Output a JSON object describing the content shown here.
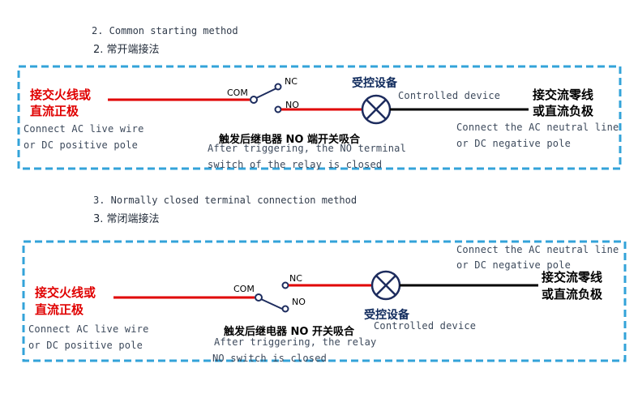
{
  "colors": {
    "frame": "#33a3d9",
    "live_wire": "#e00000",
    "neutral_wire": "#000000",
    "switch": "#1d2c5e"
  },
  "section2": {
    "heading_en": "2. Common starting method",
    "heading_cn": "2. 常开端接法",
    "live_cn_1": "接交火线或",
    "live_cn_2": "直流正极",
    "live_en_1": "Connect AC live wire",
    "live_en_2": "or DC positive pole",
    "com": "COM",
    "nc": "NC",
    "no": "NO",
    "device_cn": "受控设备",
    "device_en": "Controlled device",
    "neutral_cn_1": "接交流零线",
    "neutral_cn_2": "或直流负极",
    "neutral_en_1": "Connect the AC neutral line",
    "neutral_en_2": "or DC negative pole",
    "relay_cn": "触发后继电器 NO 端开关吸合",
    "relay_en_1": "After triggering, the NO terminal",
    "relay_en_2": "switch of the relay is closed"
  },
  "section3": {
    "heading_en": "3. Normally closed terminal connection method",
    "heading_cn": "3. 常闭端接法",
    "live_cn_1": "接交火线或",
    "live_cn_2": "直流正极",
    "live_en_1": "Connect AC live wire",
    "live_en_2": "or DC positive pole",
    "com": "COM",
    "nc": "NC",
    "no": "NO",
    "device_cn": "受控设备",
    "device_en": "Controlled device",
    "neutral_cn_1": "接交流零线",
    "neutral_cn_2": "或直流负极",
    "neutral_en_1": "Connect the AC neutral line",
    "neutral_en_2": "or DC negative pole",
    "relay_cn": "触发后继电器 NO 开关吸合",
    "relay_en_1": "After triggering, the relay",
    "relay_en_2": "NO switch is closed"
  }
}
